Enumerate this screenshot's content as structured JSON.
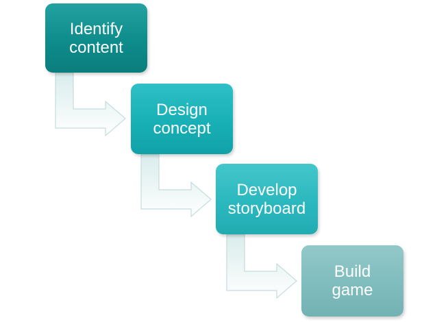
{
  "diagram": {
    "steps": [
      {
        "label": "Identify\ncontent",
        "color": "#118f8f"
      },
      {
        "label": "Design\nconcept",
        "color": "#1ab3b9"
      },
      {
        "label": "Develop\nstoryboard",
        "color": "#2eb9bf"
      },
      {
        "label": "Build\ngame",
        "color": "#80bdbe"
      }
    ],
    "connector_colors": {
      "fill_top": "#d9ecec",
      "fill_bottom": "#ffffff",
      "stroke": "#c4dcdc"
    }
  }
}
